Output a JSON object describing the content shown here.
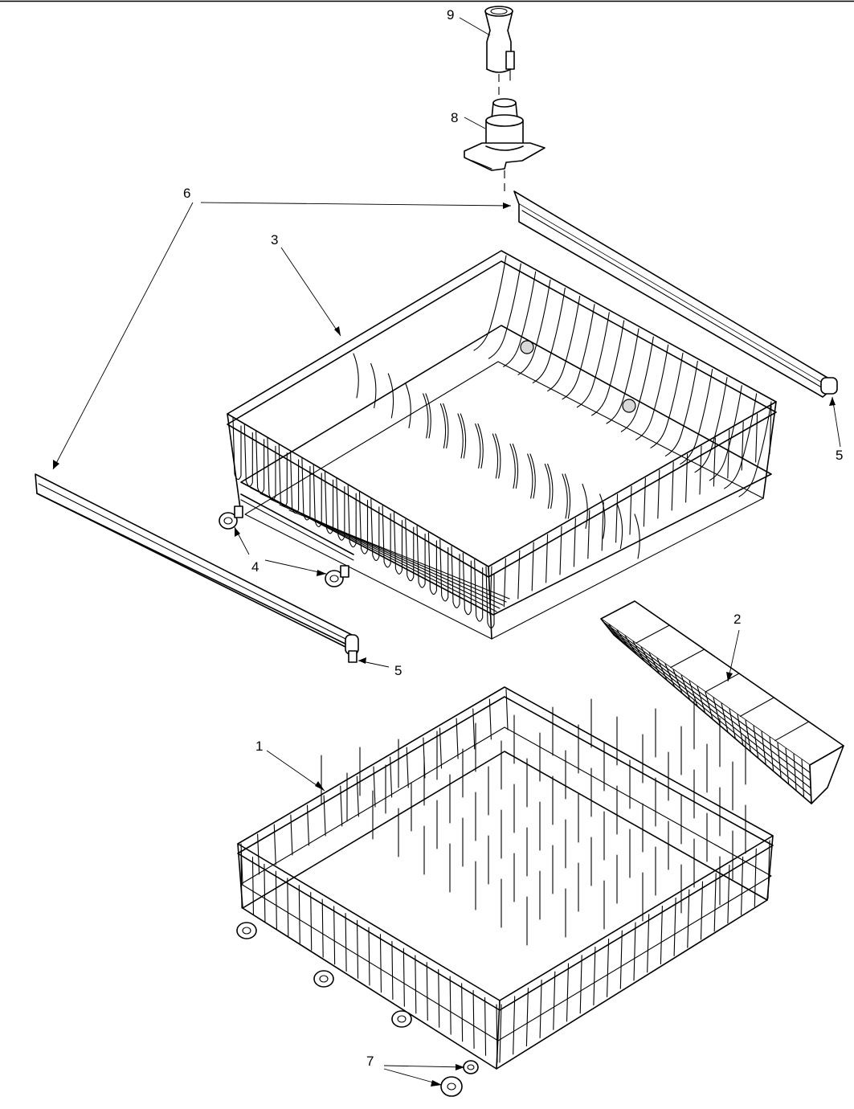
{
  "diagram": {
    "callouts": [
      {
        "id": "c9",
        "label": "9"
      },
      {
        "id": "c8",
        "label": "8"
      },
      {
        "id": "c6",
        "label": "6"
      },
      {
        "id": "c3",
        "label": "3"
      },
      {
        "id": "c5a",
        "label": "5"
      },
      {
        "id": "c4",
        "label": "4"
      },
      {
        "id": "c5b",
        "label": "5"
      },
      {
        "id": "c2",
        "label": "2"
      },
      {
        "id": "c1",
        "label": "1"
      },
      {
        "id": "c7",
        "label": "7"
      }
    ]
  }
}
